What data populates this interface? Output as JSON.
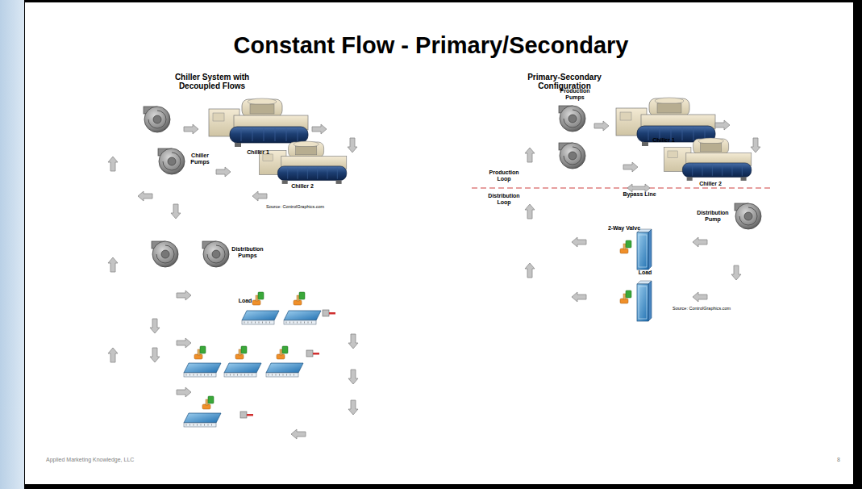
{
  "diagram": {
    "title": "Constant Flow - Primary/Secondary",
    "labels": [
      "Chiller System with Decoupled Flows",
      "Chiller Pumps",
      "Chiller 1",
      "Chiller 2",
      "Source: ControlGraphics.com",
      "Distribution Pumps",
      "Load",
      "Primary-Secondary Configuration",
      "Production Pumps",
      "Chiller 1",
      "Chiller 2",
      "Production Loop",
      "Distribution Loop",
      "Bypass Line",
      "Distribution Pump",
      "2-Way Valve",
      "Load",
      "Source: ControlGraphics.com",
      "Applied Marketing Knowledge, LLC",
      "8"
    ]
  }
}
